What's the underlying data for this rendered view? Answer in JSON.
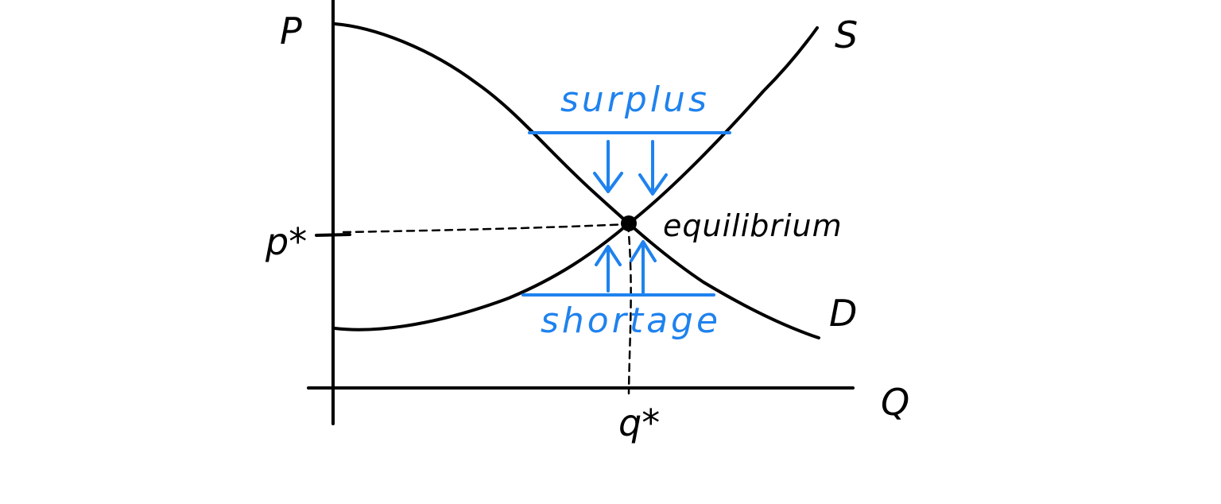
{
  "diagram": {
    "axis_labels": {
      "y": "P",
      "x": "Q"
    },
    "curve_labels": {
      "supply": "S",
      "demand": "D"
    },
    "equilibrium": {
      "label": "equilibrium",
      "price_label": "p*",
      "quantity_label": "q*"
    },
    "surplus": {
      "label": "surplus"
    },
    "shortage": {
      "label": "shortage"
    }
  },
  "colors": {
    "ink": "#000000",
    "accent": "#1f82ee"
  }
}
